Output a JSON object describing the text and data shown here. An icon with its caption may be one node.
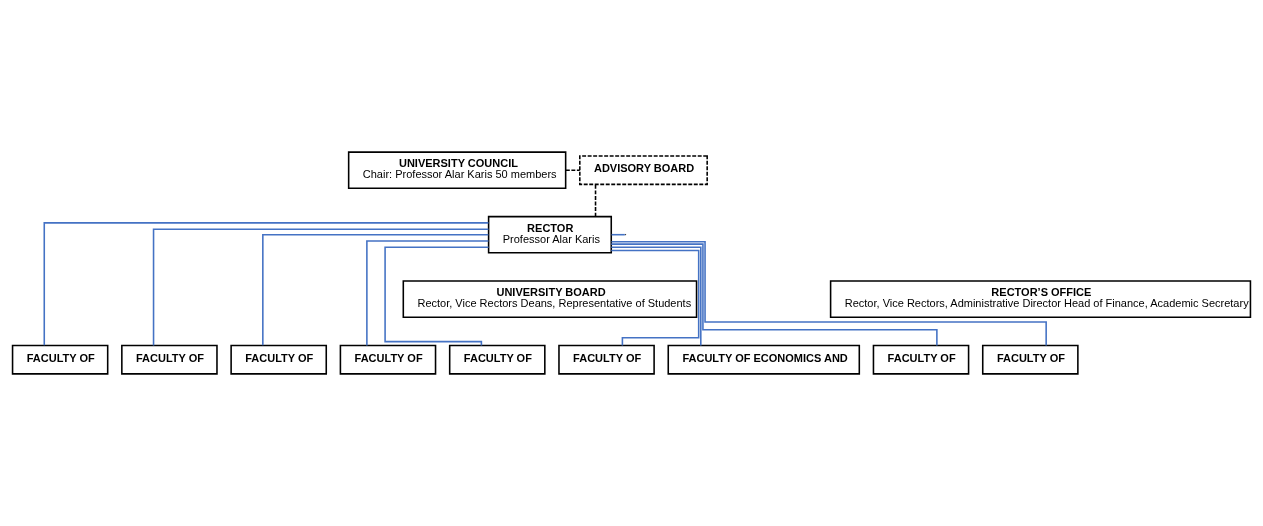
{
  "diagram": {
    "nodes": [
      {
        "text": [
          "UNIVERSITY COUNCIL",
          "Chair: Professor Alar Karis 50 members"
        ]
      },
      {
        "text": [
          "ADVISORY BOARD"
        ]
      },
      {
        "text": [
          "RECTOR",
          "Professor Alar Karis"
        ]
      },
      {
        "text": [
          "UNIVERSITY BOARD",
          "Rector, Vice Rectors Deans, Representative of Students"
        ]
      },
      {
        "text": [
          "RECTOR’S OFFICE",
          "Rector, Vice Rectors, Administrative Director Head of Finance, Academic Secretary"
        ]
      },
      {
        "text": [
          "FACULTY OF"
        ]
      },
      {
        "text": [
          "FACULTY OF"
        ]
      },
      {
        "text": [
          "FACULTY OF"
        ]
      },
      {
        "text": [
          "FACULTY OF"
        ]
      },
      {
        "text": [
          "FACULTY OF"
        ]
      },
      {
        "text": [
          "FACULTY OF"
        ]
      },
      {
        "text": [
          "FACULTY OF ECONOMICS AND"
        ]
      },
      {
        "text": [
          "FACULTY OF"
        ]
      },
      {
        "text": [
          "FACULTY OF"
        ]
      }
    ],
    "edges": [
      {
        "from": 0,
        "to": 1,
        "arrow": "none",
        "style": "dashed",
        "color": "#000000"
      },
      {
        "from": 2,
        "to": 1,
        "arrow": "none",
        "style": "dashed",
        "color": "#000000"
      },
      {
        "from": 2,
        "to": null,
        "arrow": "none"
      },
      {
        "from": 2,
        "to": 5,
        "arrow": "none"
      },
      {
        "from": 2,
        "to": 6,
        "arrow": "none"
      },
      {
        "from": 2,
        "to": 7,
        "arrow": "none"
      },
      {
        "from": 2,
        "to": 8,
        "arrow": "none"
      },
      {
        "from": 2,
        "to": 9,
        "arrow": "none"
      },
      {
        "from": 2,
        "to": 10,
        "arrow": "none"
      },
      {
        "from": 2,
        "to": 11,
        "arrow": "none"
      },
      {
        "from": 2,
        "to": 12,
        "arrow": "none"
      },
      {
        "from": 2,
        "to": 13,
        "arrow": "none"
      }
    ]
  }
}
